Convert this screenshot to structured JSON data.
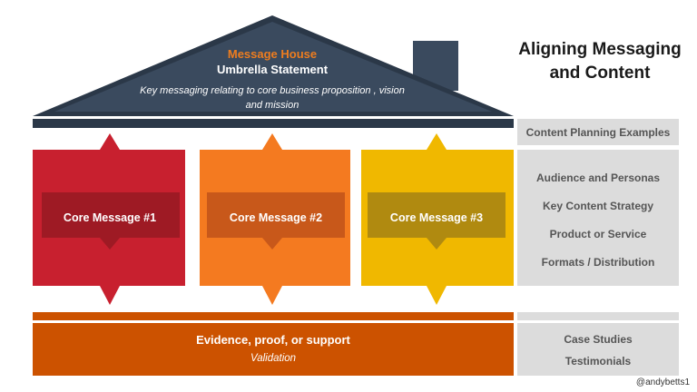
{
  "house": {
    "label": "Message House",
    "statement": "Umbrella Statement",
    "description": "Key messaging relating to core business proposition , vision and mission"
  },
  "title": "Aligning Messaging and Content",
  "core_messages": [
    {
      "label": "Core Message #1",
      "color": "#c8202f",
      "inner_color": "#9e1a24"
    },
    {
      "label": "Core Message #2",
      "color": "#f47a20",
      "inner_color": "#c8581a"
    },
    {
      "label": "Core Message #3",
      "color": "#f0b800",
      "inner_color": "#b08a10"
    }
  ],
  "foundation": {
    "title": "Evidence, proof, or support",
    "subtitle": "Validation",
    "color": "#cc5200"
  },
  "content_planning": {
    "header": "Content Planning Examples",
    "items": [
      "Audience and Personas",
      "Key Content Strategy",
      "Product or Service",
      "Formats / Distribution"
    ],
    "foundation_items": [
      "Case Studies",
      "Testimonials"
    ]
  },
  "credit": "@andybetts1",
  "colors": {
    "roof": "#3a4a5e",
    "roof_edge": "#2b3848",
    "gray_panel": "#dcdcdc"
  }
}
